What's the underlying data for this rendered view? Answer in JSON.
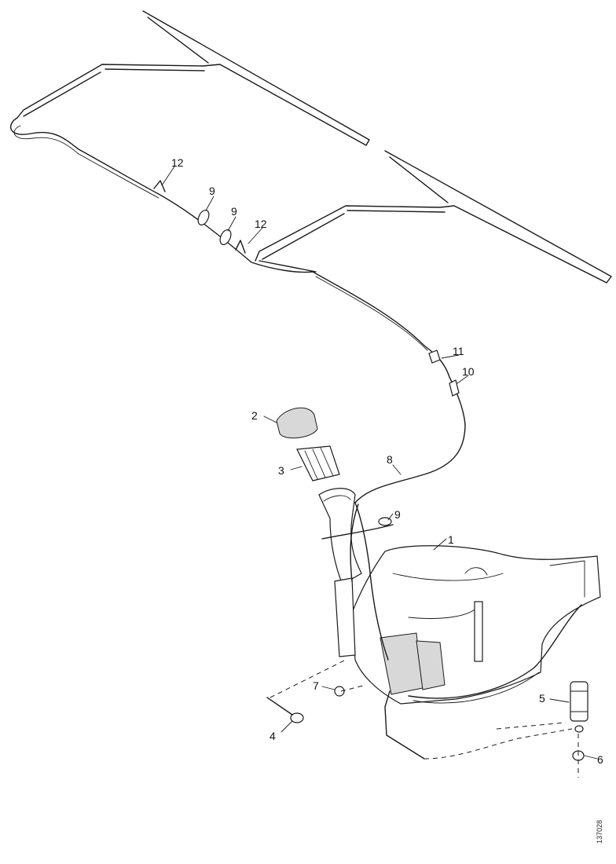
{
  "callouts": [
    "1",
    "2",
    "3",
    "4",
    "5",
    "6",
    "7",
    "8",
    "9",
    "9",
    "9",
    "10",
    "11",
    "12",
    "12"
  ],
  "document_id": "137028"
}
